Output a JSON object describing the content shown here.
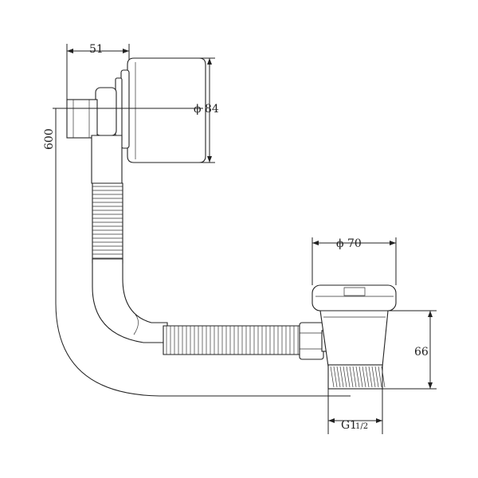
{
  "dimensions": {
    "width_top": "51",
    "overflow_diameter": "ϕ 84",
    "hose_length": "600",
    "waste_diameter": "ϕ 70",
    "waste_height": "66",
    "thread": "G1",
    "thread_fraction": "1/2"
  },
  "colors": {
    "stroke": "#222222",
    "background": "#ffffff"
  }
}
